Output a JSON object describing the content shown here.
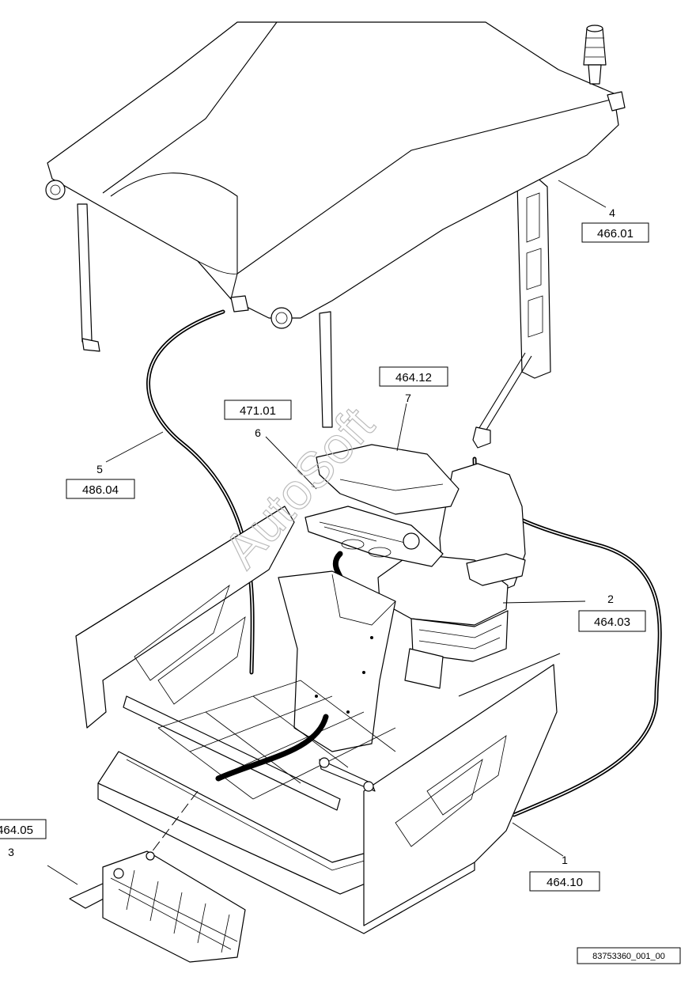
{
  "callouts": [
    {
      "item": "1",
      "ref": "464.10"
    },
    {
      "item": "2",
      "ref": "464.03"
    },
    {
      "item": "3",
      "ref": "464.05"
    },
    {
      "item": "4",
      "ref": "466.01"
    },
    {
      "item": "5",
      "ref": "486.04"
    },
    {
      "item": "6",
      "ref": "471.01"
    },
    {
      "item": "7",
      "ref": "464.12"
    }
  ],
  "watermark": "AutoSoft",
  "document_id": "83753360_001_00"
}
